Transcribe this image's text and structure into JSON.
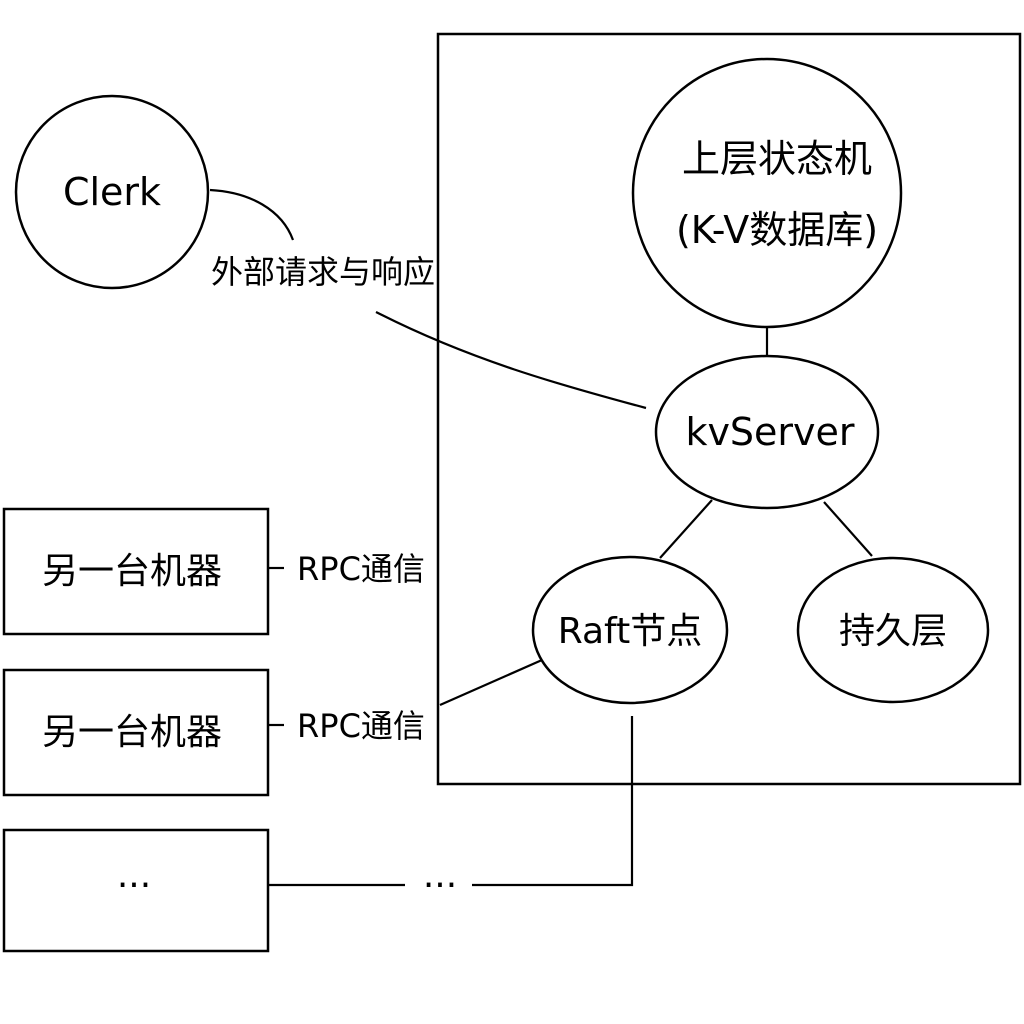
{
  "diagram": {
    "nodes": {
      "clerk": "Clerk",
      "state_machine_line1": "上层状态机",
      "state_machine_line2": "(K-V数据库)",
      "kvserver": "kvServer",
      "raft": "Raft节点",
      "persist": "持久层",
      "machine_1": "另一台机器",
      "machine_2": "另一台机器",
      "machine_more": "···"
    },
    "edge_labels": {
      "external": "外部请求与响应",
      "rpc_1": "RPC通信",
      "rpc_2": "RPC通信",
      "more": "···"
    }
  }
}
